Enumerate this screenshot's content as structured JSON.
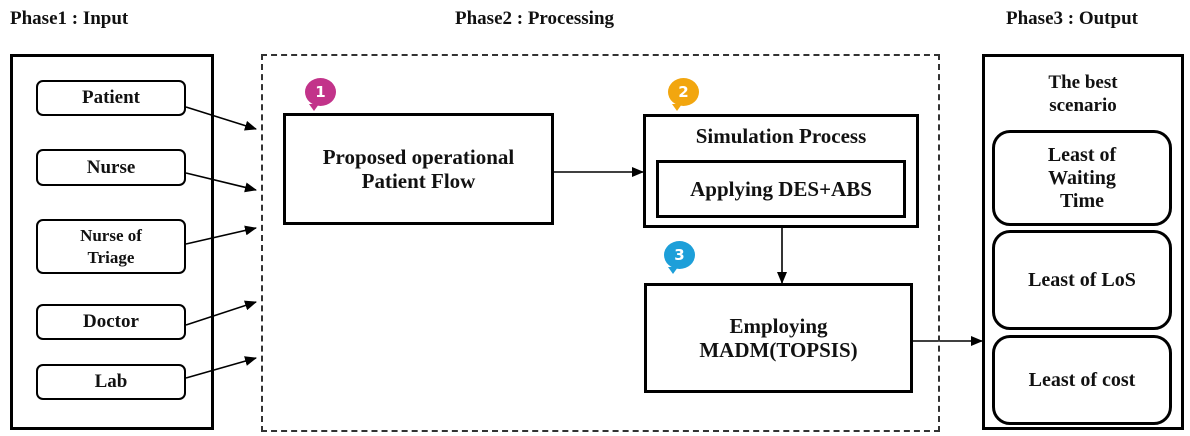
{
  "phases": {
    "input": "Phase1 : Input",
    "processing": "Phase2 : Processing",
    "output": "Phase3 : Output"
  },
  "inputs": [
    "Patient",
    "Nurse",
    "Nurse of Triage",
    "Doctor",
    "Lab"
  ],
  "steps": {
    "step1": {
      "badge": "1",
      "color": "#c2338a",
      "label": "Proposed operational Patient Flow"
    },
    "step2": {
      "badge": "2",
      "color": "#f2a60f",
      "title": "Simulation Process",
      "inner": "Applying DES+ABS"
    },
    "step3": {
      "badge": "3",
      "color": "#1d9fd9",
      "label": "Employing MADM(TOPSIS)"
    }
  },
  "output": {
    "heading": "The best scenario",
    "items": [
      "Least of Waiting Time",
      "Least of LoS",
      "Least of cost"
    ]
  }
}
